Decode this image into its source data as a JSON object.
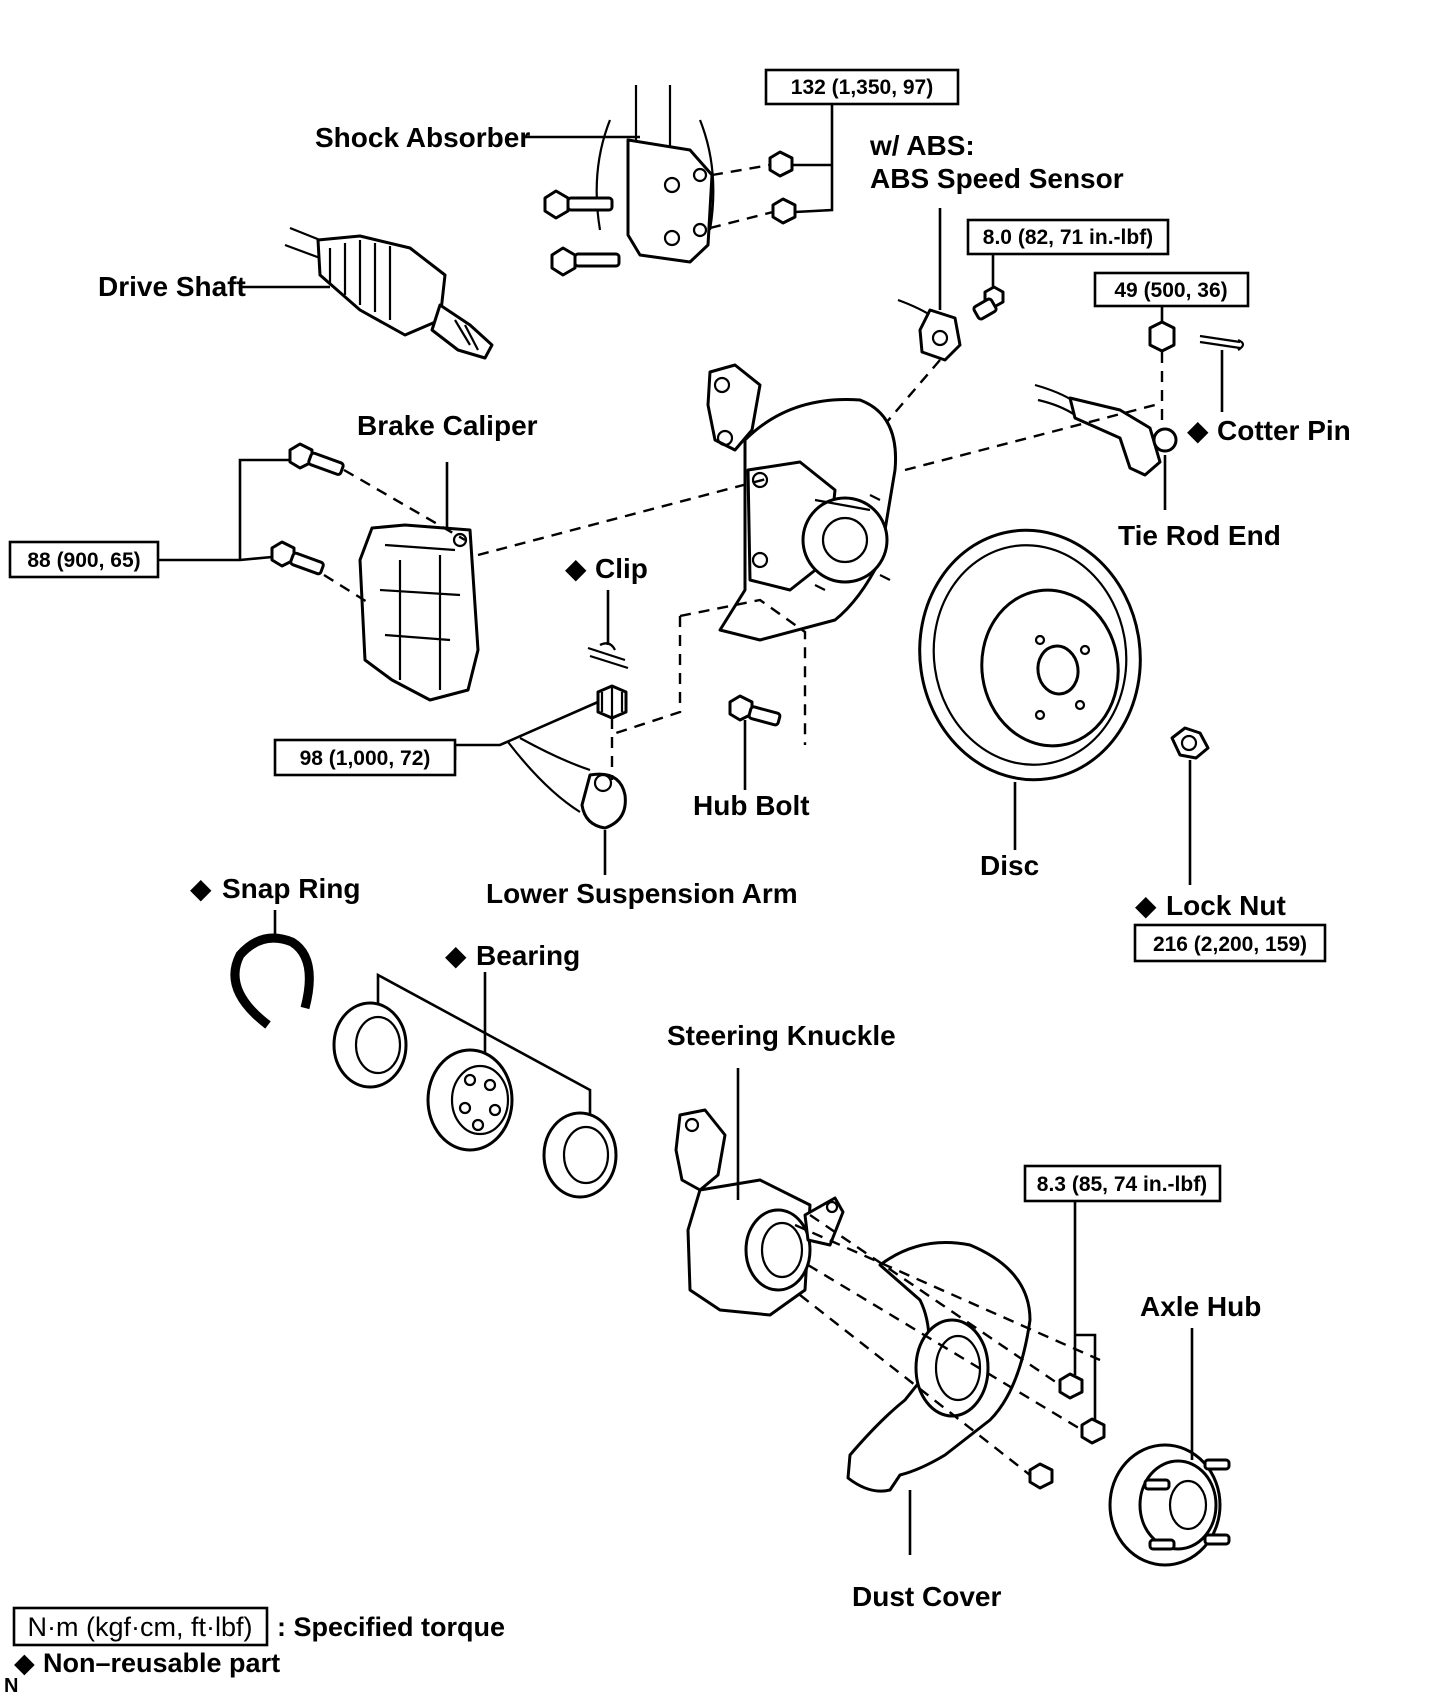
{
  "labels": {
    "shock_absorber": "Shock Absorber",
    "drive_shaft": "Drive Shaft",
    "w_abs": "w/ ABS:",
    "abs_speed_sensor": "ABS Speed Sensor",
    "brake_caliper": "Brake Caliper",
    "cotter_pin": "Cotter Pin",
    "tie_rod_end": "Tie Rod End",
    "clip": "Clip",
    "hub_bolt": "Hub Bolt",
    "disc": "Disc",
    "lower_suspension_arm": "Lower Suspension Arm",
    "snap_ring": "Snap Ring",
    "bearing": "Bearing",
    "lock_nut": "Lock Nut",
    "steering_knuckle": "Steering Knuckle",
    "axle_hub": "Axle Hub",
    "dust_cover": "Dust Cover"
  },
  "torques": {
    "shock_absorber": "132 (1,350, 97)",
    "abs_sensor": "8.0 (82, 71 in.-lbf)",
    "tie_rod_nut": "49 (500, 36)",
    "brake_caliper": "88 (900, 65)",
    "ball_joint": "98 (1,000, 72)",
    "lock_nut": "216 (2,200, 159)",
    "dust_cover": "8.3 (85, 74 in.-lbf)"
  },
  "legend": {
    "torque_unit": "N·m (kgf·cm, ft·lbf)",
    "torque_desc": ": Specified torque",
    "non_reusable": "Non–reusable part"
  },
  "marks": {
    "diamond": "◆",
    "corner_letter": "N"
  }
}
